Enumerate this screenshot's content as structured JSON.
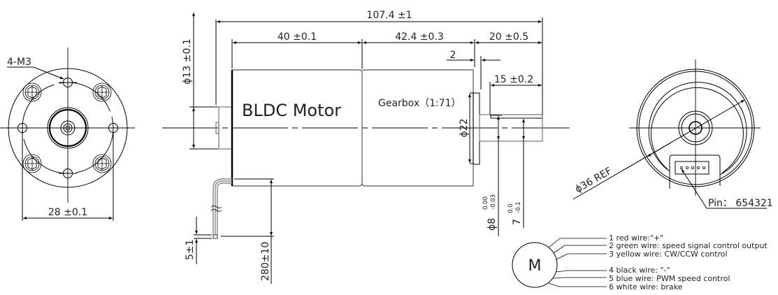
{
  "drawing": {
    "side_view": {
      "motor_label": "BLDC Motor",
      "gearbox_label": "Gearbox（1:71）",
      "dimensions": {
        "overall_length": "107.4 ±1",
        "motor_length": "40 ±0.1",
        "gearbox_length": "42.4 ±0.3",
        "shaft_extension": "20 ±0.5",
        "flange_thickness": "2",
        "shaft_flat_length": "15 ±0.2",
        "rear_boss_diameter": "ϕ13 ±0.1",
        "flange_diameter": "ϕ22",
        "shaft_diameter_nominal": "ϕ8",
        "shaft_diameter_tol_upper": "0.00",
        "shaft_diameter_tol_lower": "-0.03",
        "shaft_flat_nominal": "7",
        "shaft_flat_tol_upper": "0.0",
        "shaft_flat_tol_lower": "-0.1",
        "lead_strip_length": "5±1",
        "lead_length": "280±10"
      }
    },
    "front_view": {
      "hole_callout": "4-M3",
      "hole_spacing": "28 ±0.1"
    },
    "rear_view": {
      "diameter": "ϕ36 REF",
      "pin_callout": "Pin： 654321"
    },
    "wiring": {
      "motor_symbol": "M",
      "wires": [
        {
          "label": "1 red wire:\"+\""
        },
        {
          "label": "2 green wire: speed signal control output"
        },
        {
          "label": "3 yellow wire: CW/CCW control"
        },
        {
          "label": "4 black wire: \"-\""
        },
        {
          "label": "5 blue wire: PWM speed control"
        },
        {
          "label": "6 white wire: brake"
        }
      ]
    }
  }
}
